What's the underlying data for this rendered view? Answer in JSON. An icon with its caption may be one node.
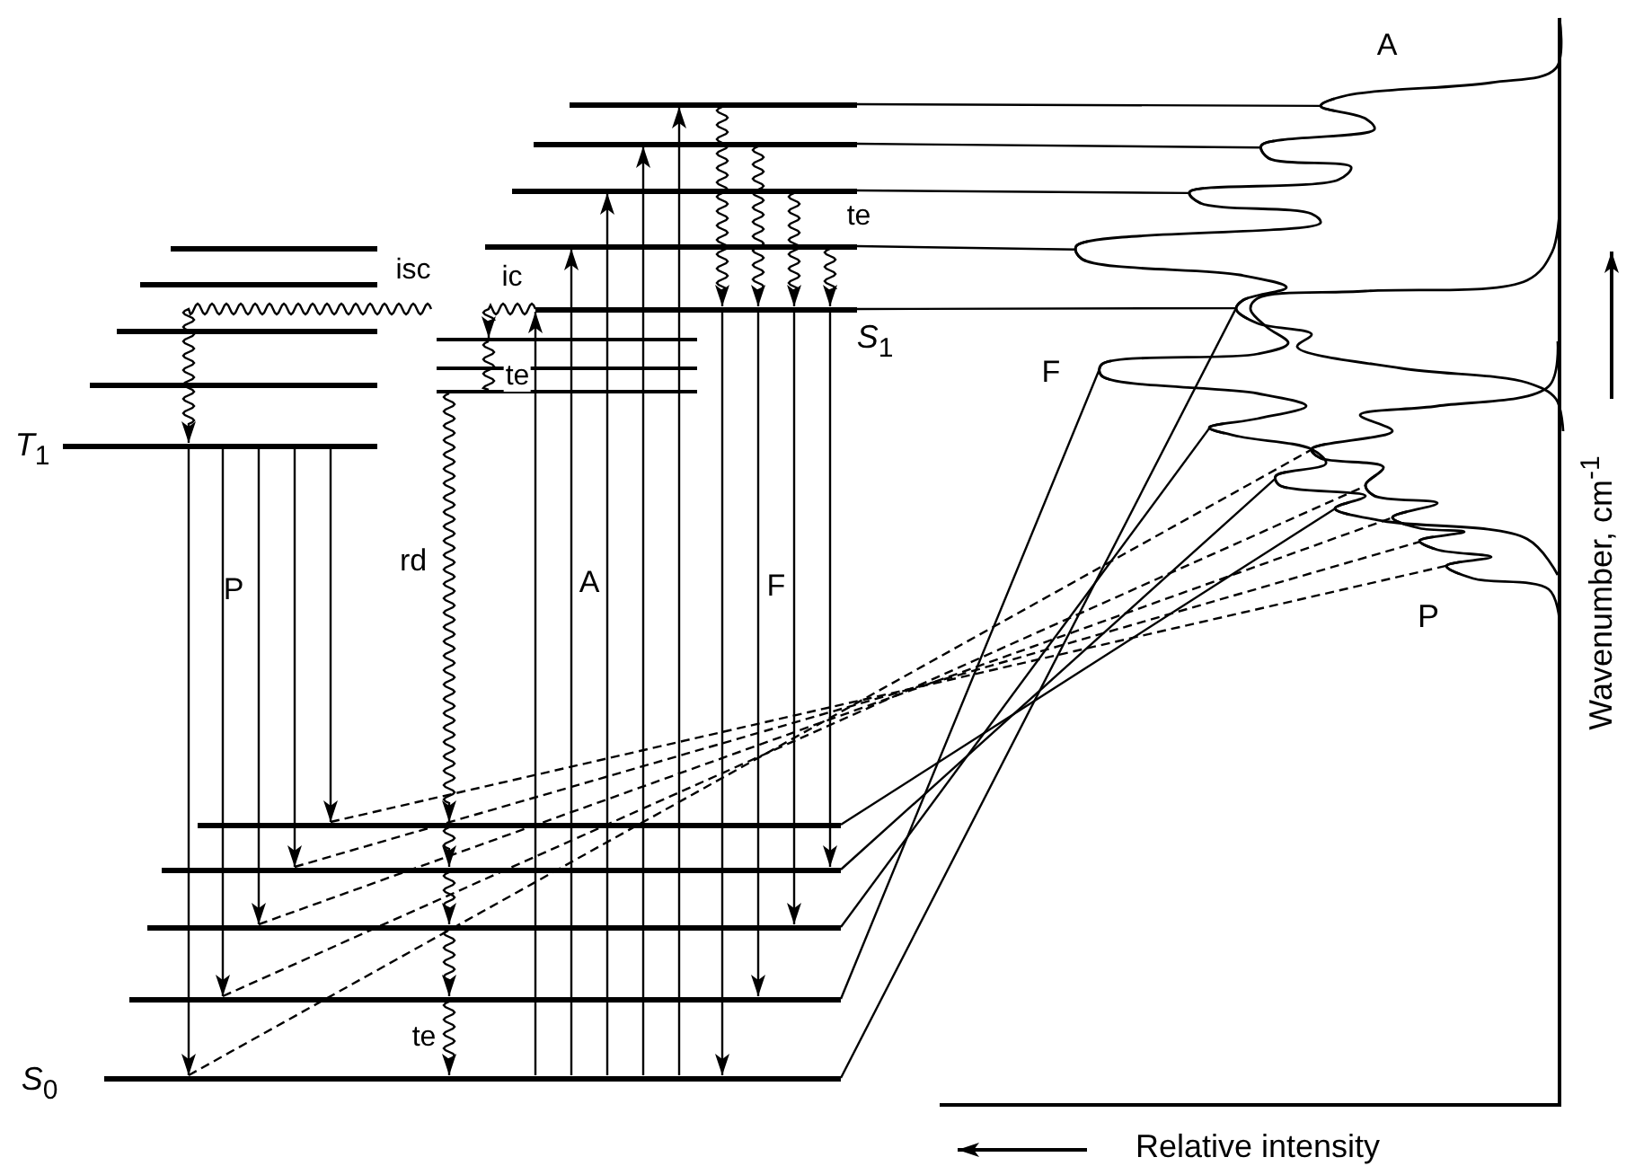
{
  "diagram": {
    "nodes": [
      {
        "text": [],
        "shape": "bar"
      },
      {
        "text": [],
        "shape": "bar"
      },
      {
        "text": [],
        "shape": "bar"
      },
      {
        "text": [],
        "shape": "bar"
      },
      {
        "text": [],
        "shape": "bar"
      },
      {
        "text": [],
        "shape": "bar"
      },
      {
        "text": [],
        "shape": "bar",
        "beside": [
          "*S*$_{1}$"
        ]
      },
      {
        "text": [],
        "shape": "bar"
      },
      {
        "text": [],
        "shape": "bar"
      },
      {
        "text": [],
        "shape": "bar"
      },
      {
        "text": [],
        "shape": "bar"
      },
      {
        "text": [],
        "shape": "bar"
      },
      {
        "text": [],
        "shape": "bar",
        "beside": [
          "*T*$_{1}$"
        ]
      },
      {
        "text": [],
        "shape": "bar"
      },
      {
        "text": [],
        "shape": "bar"
      },
      {
        "text": [],
        "shape": "bar"
      },
      {
        "text": [],
        "shape": "bar"
      },
      {
        "text": [],
        "shape": "bar",
        "beside": [
          "*S*$_{0}$"
        ]
      },
      {
        "text": [],
        "shape": "peak"
      },
      {
        "text": [],
        "shape": "peak"
      },
      {
        "text": [],
        "shape": "peak"
      },
      {
        "text": [],
        "shape": "peak"
      },
      {
        "text": [],
        "shape": "peak"
      },
      {
        "text": [],
        "shape": "peak"
      },
      {
        "text": [],
        "shape": "peak"
      },
      {
        "text": [],
        "shape": "peak"
      },
      {
        "text": [],
        "shape": "peak"
      },
      {
        "text": [],
        "shape": "peak"
      },
      {
        "text": [],
        "shape": "peak"
      },
      {
        "text": [],
        "shape": "peak"
      },
      {
        "text": [],
        "shape": "peak"
      },
      {
        "text": [],
        "shape": "peak"
      }
    ],
    "edges": [
      {
        "from": 17,
        "to": 6,
        "arrow": "to"
      },
      {
        "from": 17,
        "to": 3,
        "arrow": "to"
      },
      {
        "from": 17,
        "to": 2,
        "arrow": "to"
      },
      {
        "from": 17,
        "to": 1,
        "arrow": "to"
      },
      {
        "from": 17,
        "to": 0,
        "arrow": "to"
      },
      {
        "from": 0,
        "to": 6,
        "arrow": "to"
      },
      {
        "from": 1,
        "to": 6,
        "arrow": "to"
      },
      {
        "from": 2,
        "to": 6,
        "arrow": "to"
      },
      {
        "from": 3,
        "to": 6,
        "arrow": "to",
        "label": "te"
      },
      {
        "from": 6,
        "to": 17,
        "arrow": "to"
      },
      {
        "from": 6,
        "to": 16,
        "arrow": "to"
      },
      {
        "from": 6,
        "to": 15,
        "arrow": "to"
      },
      {
        "from": 6,
        "to": 14,
        "arrow": "to"
      },
      {
        "from": 6,
        "to": 8,
        "arrow": "to",
        "label": "ic"
      },
      {
        "from": 8,
        "to": 10,
        "arrow": "none",
        "label": "te"
      },
      {
        "from": null,
        "to": 12,
        "arrow": "to",
        "label": "isc"
      },
      {
        "from": 10,
        "to": 13,
        "arrow": "to"
      },
      {
        "from": 13,
        "to": 14,
        "arrow": "to"
      },
      {
        "from": 14,
        "to": 15,
        "arrow": "to"
      },
      {
        "from": 15,
        "to": 16,
        "arrow": "to"
      },
      {
        "from": 16,
        "to": 17,
        "arrow": "to",
        "label": "te"
      },
      {
        "from": 12,
        "to": 17,
        "arrow": "to"
      },
      {
        "from": 12,
        "to": 16,
        "arrow": "to"
      },
      {
        "from": 12,
        "to": 15,
        "arrow": "to"
      },
      {
        "from": 12,
        "to": 14,
        "arrow": "to"
      },
      {
        "from": 12,
        "to": 13,
        "arrow": "to"
      },
      {
        "from": 13,
        "to": 31,
        "arrow": "none",
        "style": "dashed"
      },
      {
        "from": 14,
        "to": 30,
        "arrow": "none",
        "style": "dashed"
      },
      {
        "from": 15,
        "to": 29,
        "arrow": "none",
        "style": "dashed"
      },
      {
        "from": 16,
        "to": 28,
        "arrow": "none",
        "style": "dashed"
      },
      {
        "from": 17,
        "to": 27,
        "arrow": "none",
        "style": "dashed"
      },
      {
        "from": 0,
        "to": 18,
        "arrow": "none"
      },
      {
        "from": 1,
        "to": 19,
        "arrow": "none"
      },
      {
        "from": 2,
        "to": 20,
        "arrow": "none"
      },
      {
        "from": 3,
        "to": 21,
        "arrow": "none"
      },
      {
        "from": 6,
        "to": 22,
        "arrow": "none"
      },
      {
        "from": 13,
        "to": 26,
        "arrow": "none"
      },
      {
        "from": 14,
        "to": 25,
        "arrow": "none"
      },
      {
        "from": 15,
        "to": 24,
        "arrow": "none"
      },
      {
        "from": 16,
        "to": 23,
        "arrow": "none"
      },
      {
        "from": 17,
        "to": 22,
        "arrow": "none"
      }
    ],
    "labels": [
      "A",
      "F",
      "P",
      "rd",
      "A",
      "F",
      "Wavenumber, cm$^{-1}$",
      "P",
      "Relative intensity"
    ]
  }
}
